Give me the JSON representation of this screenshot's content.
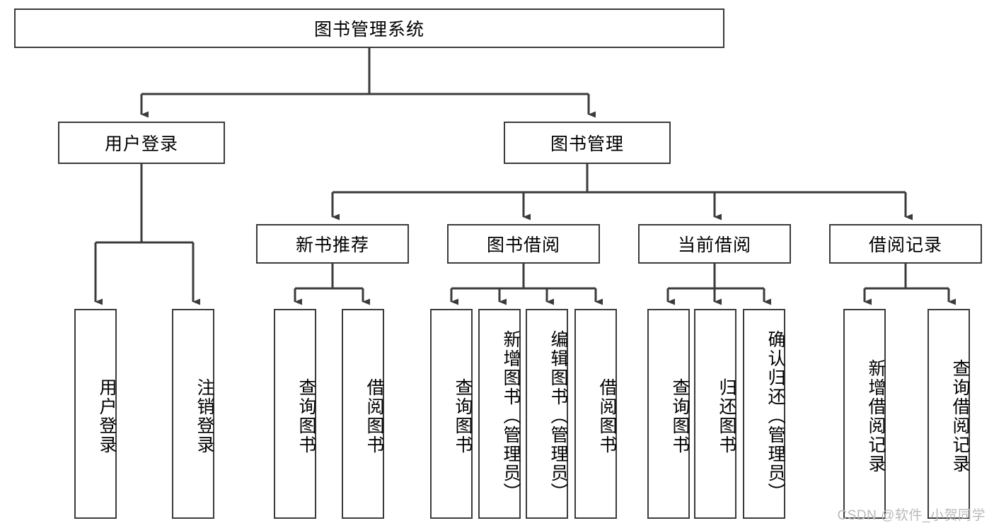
{
  "diagram": {
    "title": "图书管理系统",
    "type": "hierarchy-tree",
    "watermark": "CSDN @软件_小贺同学",
    "colors": {
      "stroke": "#3b3b3b",
      "fill": "#ffffff",
      "text": "#000000",
      "watermark": "#b9b9b9"
    },
    "root": {
      "label": "图书管理系统"
    },
    "level2": [
      {
        "label": "用户登录"
      },
      {
        "label": "图书管理"
      }
    ],
    "level3": [
      {
        "label": "新书推荐"
      },
      {
        "label": "图书借阅"
      },
      {
        "label": "当前借阅"
      },
      {
        "label": "借阅记录"
      }
    ],
    "leaves": {
      "user_login": [
        {
          "label": "用户登录"
        },
        {
          "label": "注销登录"
        }
      ],
      "new_book": [
        {
          "label": "查询图书"
        },
        {
          "label": "借阅图书"
        }
      ],
      "book_borrow": [
        {
          "label": "查询图书"
        },
        {
          "label": "新增图书（管理员）"
        },
        {
          "label": "编辑图书（管理员）"
        },
        {
          "label": "借阅图书"
        }
      ],
      "current_borrow": [
        {
          "label": "查询图书"
        },
        {
          "label": "归还图书"
        },
        {
          "label": "确认归还（管理员）"
        }
      ],
      "borrow_record": [
        {
          "label": "新增借阅记录"
        },
        {
          "label": "查询借阅记录"
        }
      ]
    }
  }
}
